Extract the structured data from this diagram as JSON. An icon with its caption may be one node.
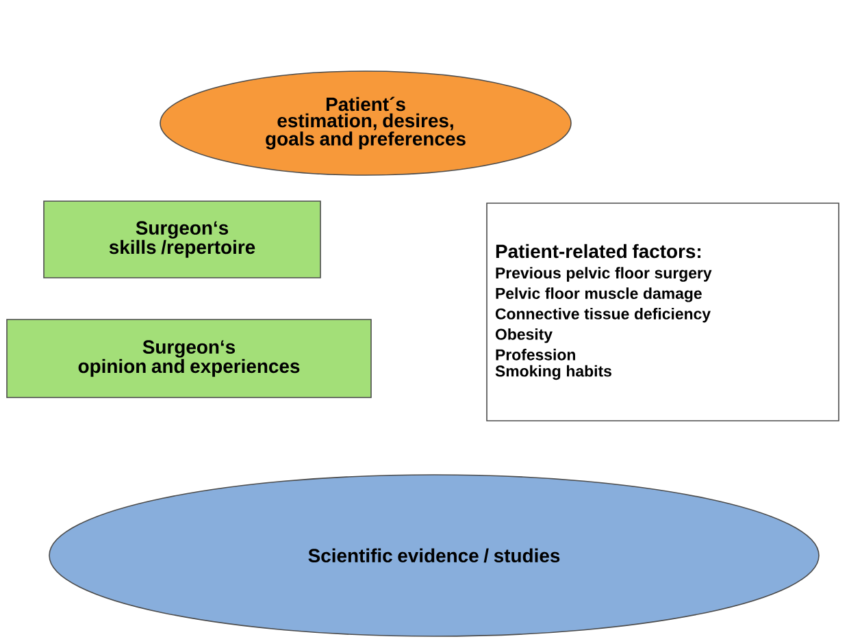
{
  "diagram": {
    "nodes": [
      {
        "text": [
          "Patient´s",
          "estimation, desires, goals and preferences"
        ]
      },
      {
        "text": [
          "Surgeon‘s",
          "skills /repertoire"
        ]
      },
      {
        "text": [
          "Surgeon‘s",
          "opinion and experiences"
        ]
      },
      {
        "text": [
          "Patient-related factors:",
          "Previous pelvic floor surgery",
          "Pelvic floor muscle damage",
          "Connective tissue deficiency",
          "Obesity",
          "Profession",
          "Smoking habits"
        ]
      },
      {
        "text": [
          "Scientific evidence / studies"
        ]
      }
    ]
  }
}
